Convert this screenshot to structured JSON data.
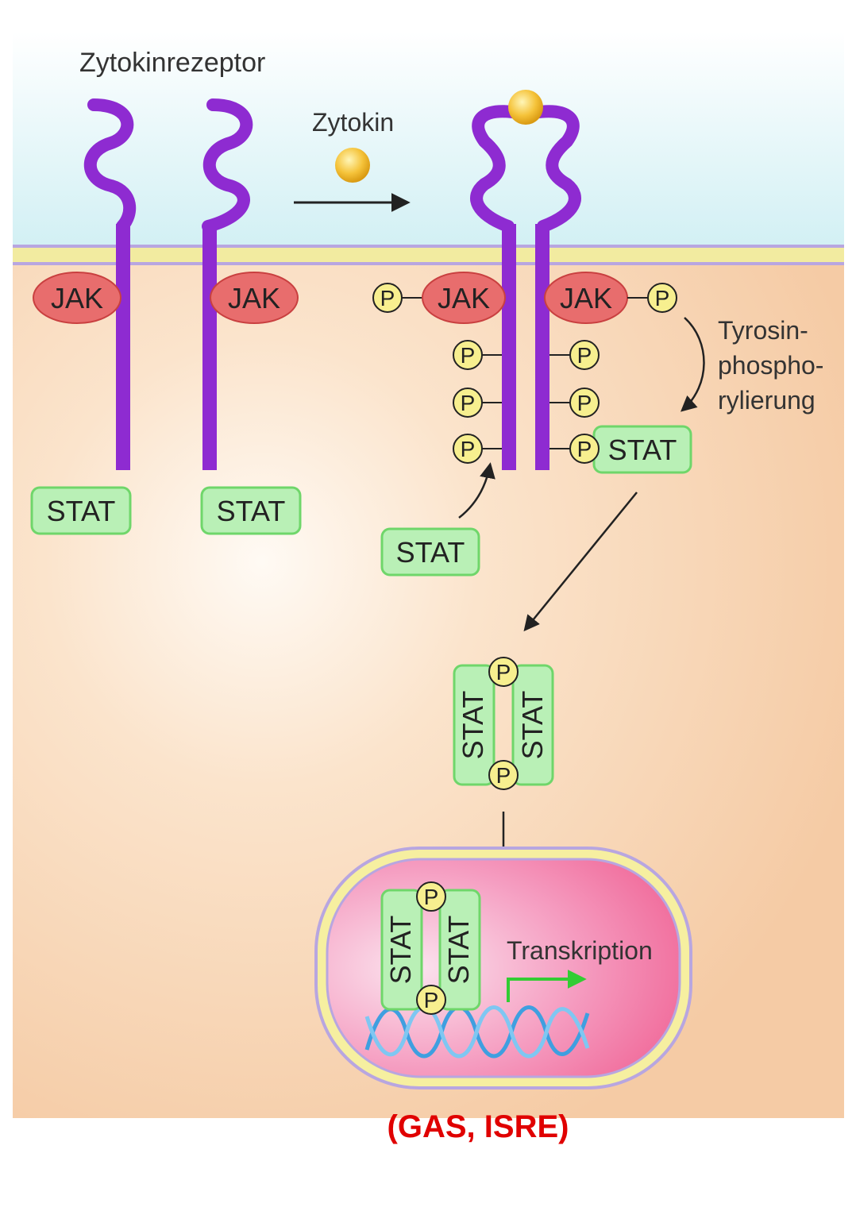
{
  "labels": {
    "receptor": "Zytokinrezeptor",
    "cytokine": "Zytokin",
    "phosphorylation_line1": "Tyrosin-",
    "phosphorylation_line2": "phospho-",
    "phosphorylation_line3": "rylierung",
    "transcription": "Transkription",
    "elements": "(GAS, ISRE)"
  },
  "molecules": {
    "jak": "JAK",
    "stat": "STAT",
    "phosphate": "P"
  },
  "colors": {
    "receptor": "#8e2bd1",
    "jak_fill": "#e86d6d",
    "stat_fill": "#b9f0b6",
    "stat_border": "#6fd66a",
    "phosphate_fill": "#f7ef8f",
    "cytoplasm": "#f6d2ae",
    "extracellular": "#d8f1f5",
    "nucleus": "#f26b98",
    "highlight_text": "#e00000"
  }
}
